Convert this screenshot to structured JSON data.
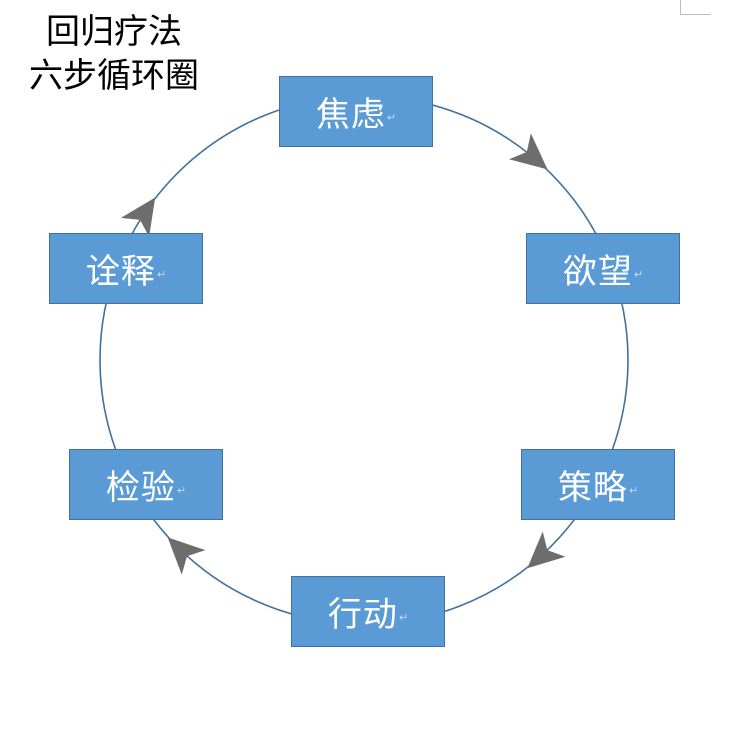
{
  "title": {
    "line1": "回归疗法",
    "line2": "六步循环圈"
  },
  "steps": [
    {
      "label": "焦虑"
    },
    {
      "label": "欲望"
    },
    {
      "label": "策略"
    },
    {
      "label": "行动"
    },
    {
      "label": "检验"
    },
    {
      "label": "诠释"
    }
  ],
  "colors": {
    "box_fill": "#5b9bd5",
    "box_border": "#41719c",
    "circle_line": "#41719c",
    "arrow": "#6d6d6d",
    "label_text": "#ffffff"
  },
  "icons": {
    "arrow": "chevron-arrow-icon",
    "paragraph_mark": "return-mark-icon"
  },
  "flow_direction": "clockwise"
}
